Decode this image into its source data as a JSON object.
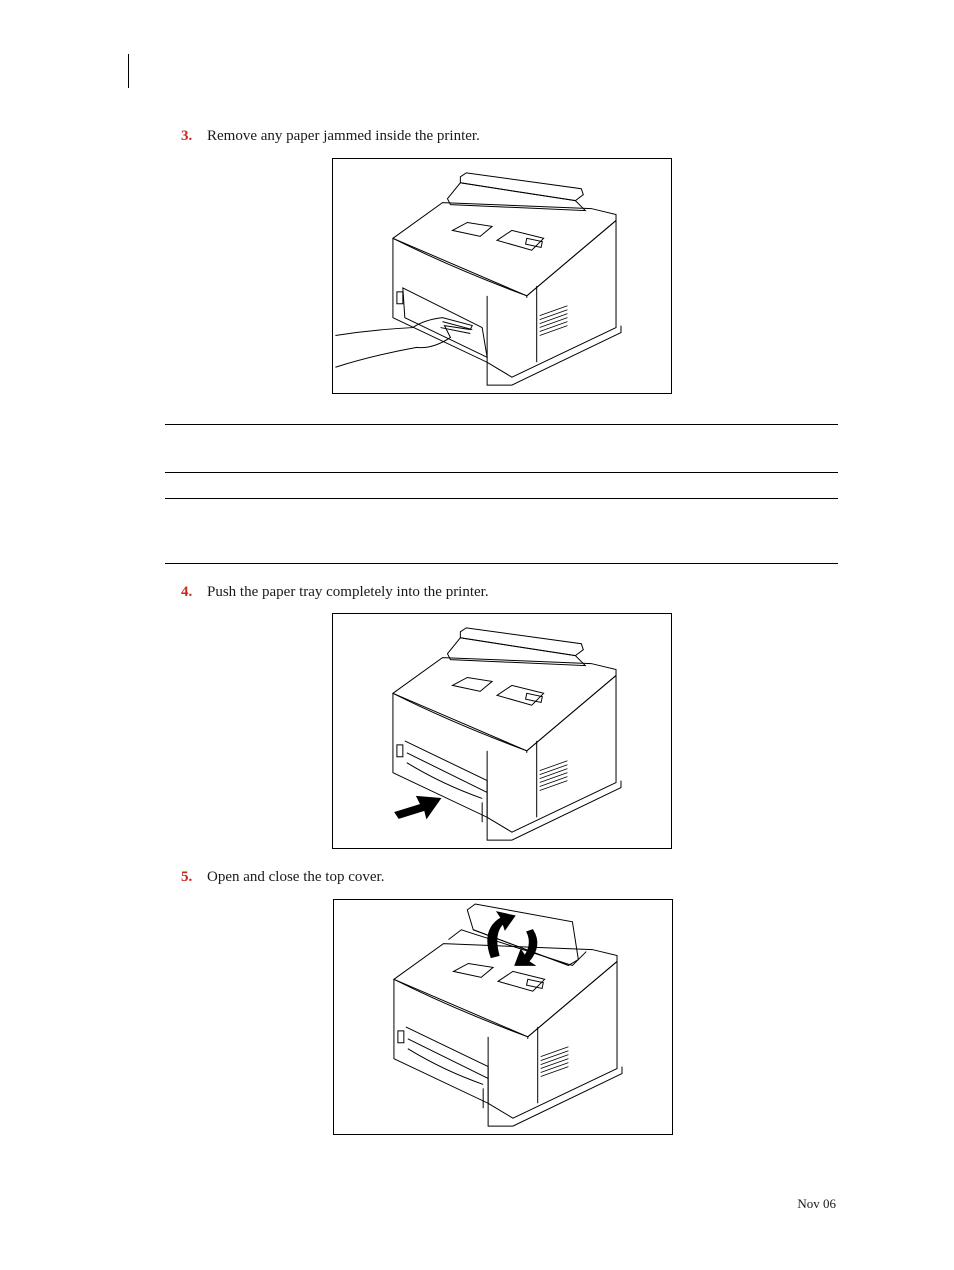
{
  "steps": [
    {
      "number": "3.",
      "text": "Remove any paper jammed inside the printer."
    },
    {
      "number": "4.",
      "text": "Push the paper tray completely into the printer."
    },
    {
      "number": "5.",
      "text": "Open and close the top cover."
    }
  ],
  "figures": [
    {
      "icon": "printer-paper-removal-illustration"
    },
    {
      "icon": "printer-tray-insertion-illustration"
    },
    {
      "icon": "printer-top-cover-illustration"
    }
  ],
  "footer": {
    "date": "Nov 06"
  }
}
